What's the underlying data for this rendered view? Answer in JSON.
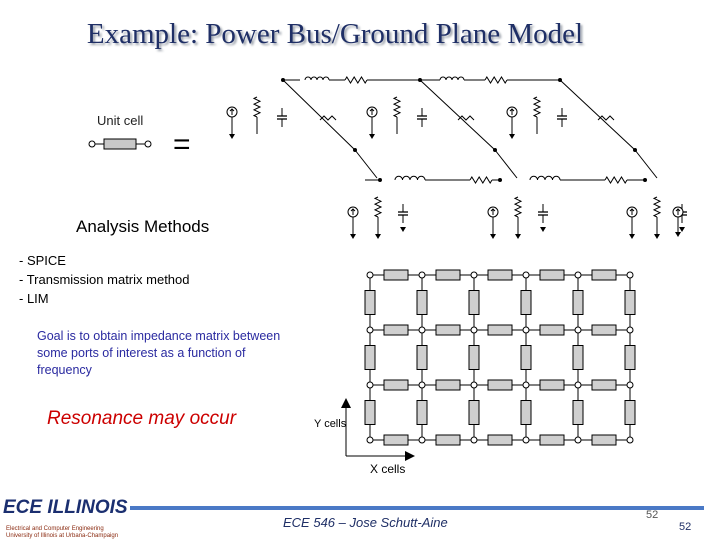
{
  "title": "Example: Power Bus/Ground Plane Model",
  "unit_cell_label": "Unit cell",
  "equals_sign": "=",
  "analysis": {
    "heading": "Analysis Methods",
    "methods": [
      "- SPICE",
      "- Transmission matrix method",
      "- LIM"
    ]
  },
  "goal_text": "Goal is to obtain impedance matrix between some ports of interest as a function of frequency",
  "resonance_text": "Resonance may occur",
  "grid": {
    "y_label": "Y cells",
    "x_label": "X cells"
  },
  "footer": {
    "course": "ECE 546 – Jose Schutt-Aine",
    "page_number_a": "52",
    "page_number_b": "52",
    "accent_color": "#4a79c6"
  },
  "logo": {
    "text": "ECE ILLINOIS",
    "line1": "Electrical and Computer Engineering",
    "line2": "University of Illinois at Urbana-Champaign"
  }
}
